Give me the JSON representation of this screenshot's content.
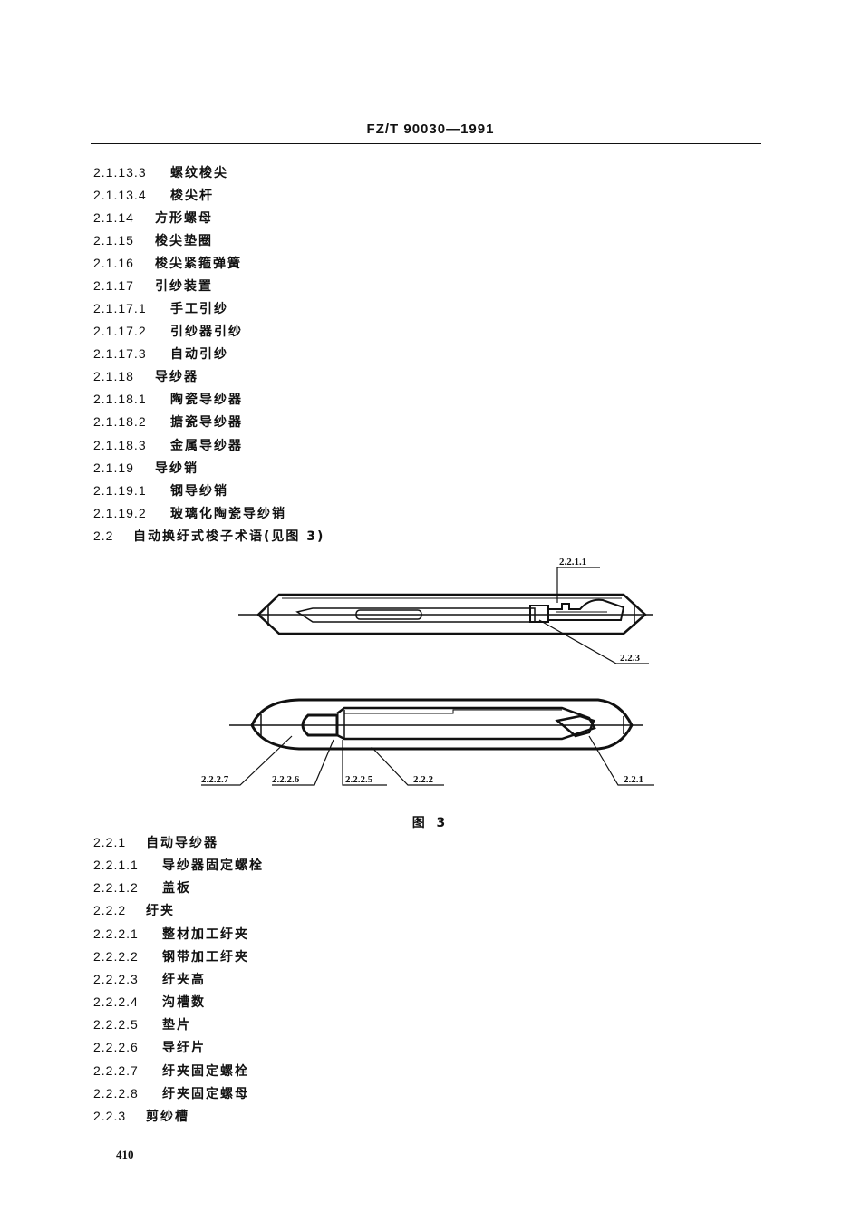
{
  "header": {
    "standard_code": "FZ/T 90030—1991"
  },
  "terms_before_figure": [
    {
      "num": "2.1.13.3",
      "name": "螺纹梭尖"
    },
    {
      "num": "2.1.13.4",
      "name": "梭尖杆"
    },
    {
      "num": "2.1.14",
      "name": "方形螺母"
    },
    {
      "num": "2.1.15",
      "name": "梭尖垫圈"
    },
    {
      "num": "2.1.16",
      "name": "梭尖紧箍弹簧"
    },
    {
      "num": "2.1.17",
      "name": "引纱装置"
    },
    {
      "num": "2.1.17.1",
      "name": "手工引纱"
    },
    {
      "num": "2.1.17.2",
      "name": "引纱器引纱"
    },
    {
      "num": "2.1.17.3",
      "name": "自动引纱"
    },
    {
      "num": "2.1.18",
      "name": "导纱器"
    },
    {
      "num": "2.1.18.1",
      "name": "陶瓷导纱器"
    },
    {
      "num": "2.1.18.2",
      "name": "搪瓷导纱器"
    },
    {
      "num": "2.1.18.3",
      "name": "金属导纱器"
    },
    {
      "num": "2.1.19",
      "name": "导纱销"
    },
    {
      "num": "2.1.19.1",
      "name": "钢导纱销"
    },
    {
      "num": "2.1.19.2",
      "name": "玻璃化陶瓷导纱销"
    },
    {
      "num": "2.2",
      "name": "自动换纡式梭子术语(见图 3)"
    }
  ],
  "figure": {
    "caption": "图 3",
    "top_labels": [
      "2.2.1.1",
      "2.2.3"
    ],
    "bottom_labels": [
      "2.2.2.7",
      "2.2.2.6",
      "2.2.2.5",
      "2.2.2",
      "2.2.1"
    ]
  },
  "terms_after_figure": [
    {
      "num": "2.2.1",
      "name": "自动导纱器"
    },
    {
      "num": "2.2.1.1",
      "name": "导纱器固定螺栓"
    },
    {
      "num": "2.2.1.2",
      "name": "盖板"
    },
    {
      "num": "2.2.2",
      "name": "纡夹"
    },
    {
      "num": "2.2.2.1",
      "name": "整材加工纡夹"
    },
    {
      "num": "2.2.2.2",
      "name": "钢带加工纡夹"
    },
    {
      "num": "2.2.2.3",
      "name": "纡夹高"
    },
    {
      "num": "2.2.2.4",
      "name": "沟槽数"
    },
    {
      "num": "2.2.2.5",
      "name": "垫片"
    },
    {
      "num": "2.2.2.6",
      "name": "导纡片"
    },
    {
      "num": "2.2.2.7",
      "name": "纡夹固定螺栓"
    },
    {
      "num": "2.2.2.8",
      "name": "纡夹固定螺母"
    },
    {
      "num": "2.2.3",
      "name": "剪纱槽"
    }
  ],
  "footer": {
    "page_number": "410"
  }
}
